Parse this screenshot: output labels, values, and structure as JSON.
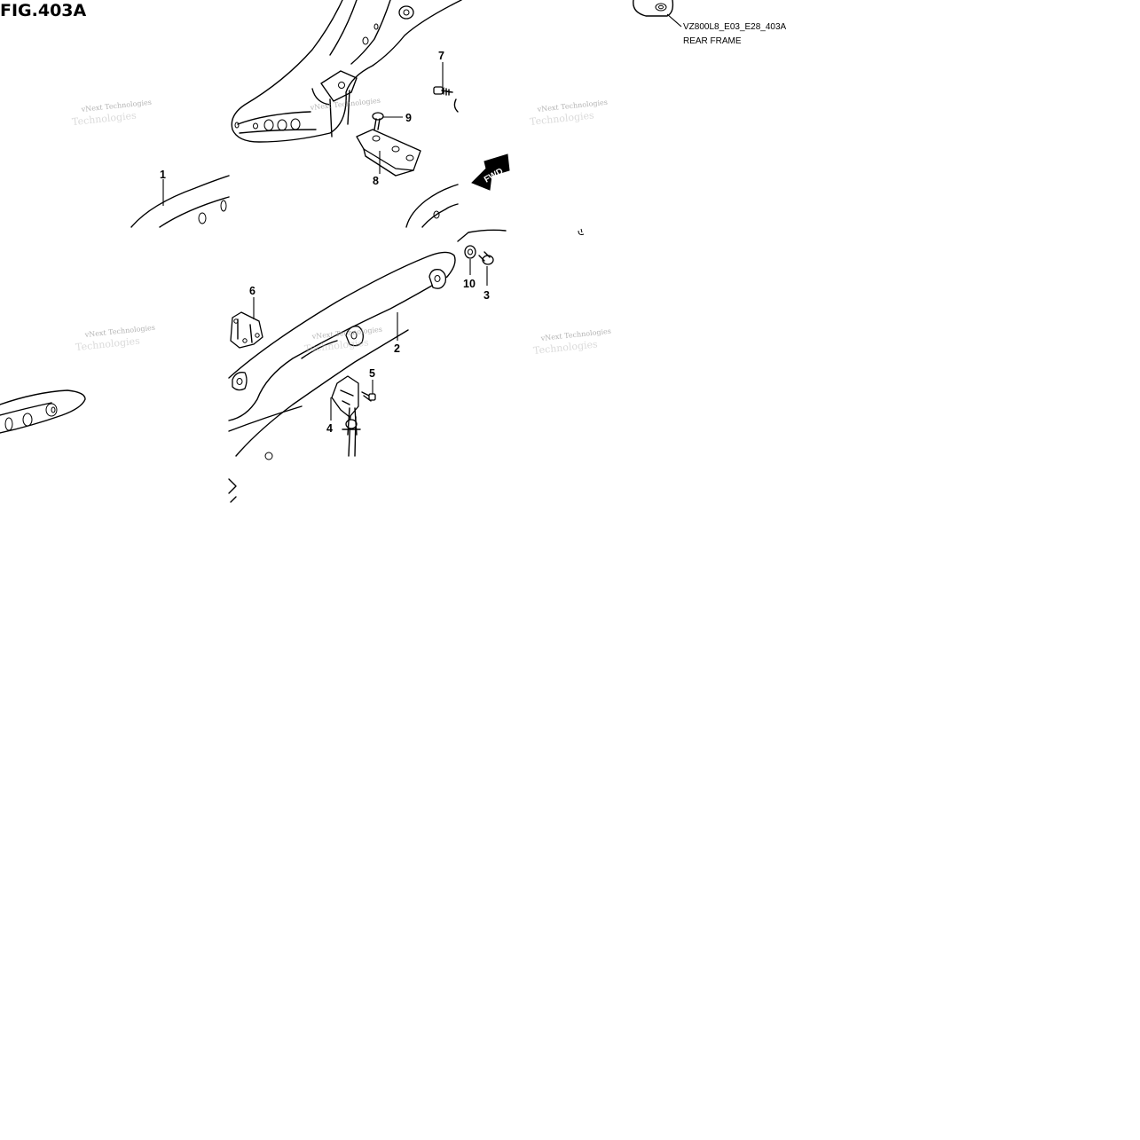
{
  "figure": {
    "title": "FIG.403A",
    "code": "VZ800L8_E03_E28_403A",
    "name": "REAR FRAME"
  },
  "direction_label": "FWD",
  "watermark": {
    "line1": "vNext Technologies",
    "line2": "Technologies"
  },
  "callouts": [
    {
      "id": "c1",
      "label": "1"
    },
    {
      "id": "c2",
      "label": "2"
    },
    {
      "id": "c3",
      "label": "3"
    },
    {
      "id": "c4",
      "label": "4"
    },
    {
      "id": "c5",
      "label": "5"
    },
    {
      "id": "c6",
      "label": "6"
    },
    {
      "id": "c7",
      "label": "7"
    },
    {
      "id": "c8",
      "label": "8"
    },
    {
      "id": "c9",
      "label": "9"
    },
    {
      "id": "c10",
      "label": "10"
    }
  ]
}
